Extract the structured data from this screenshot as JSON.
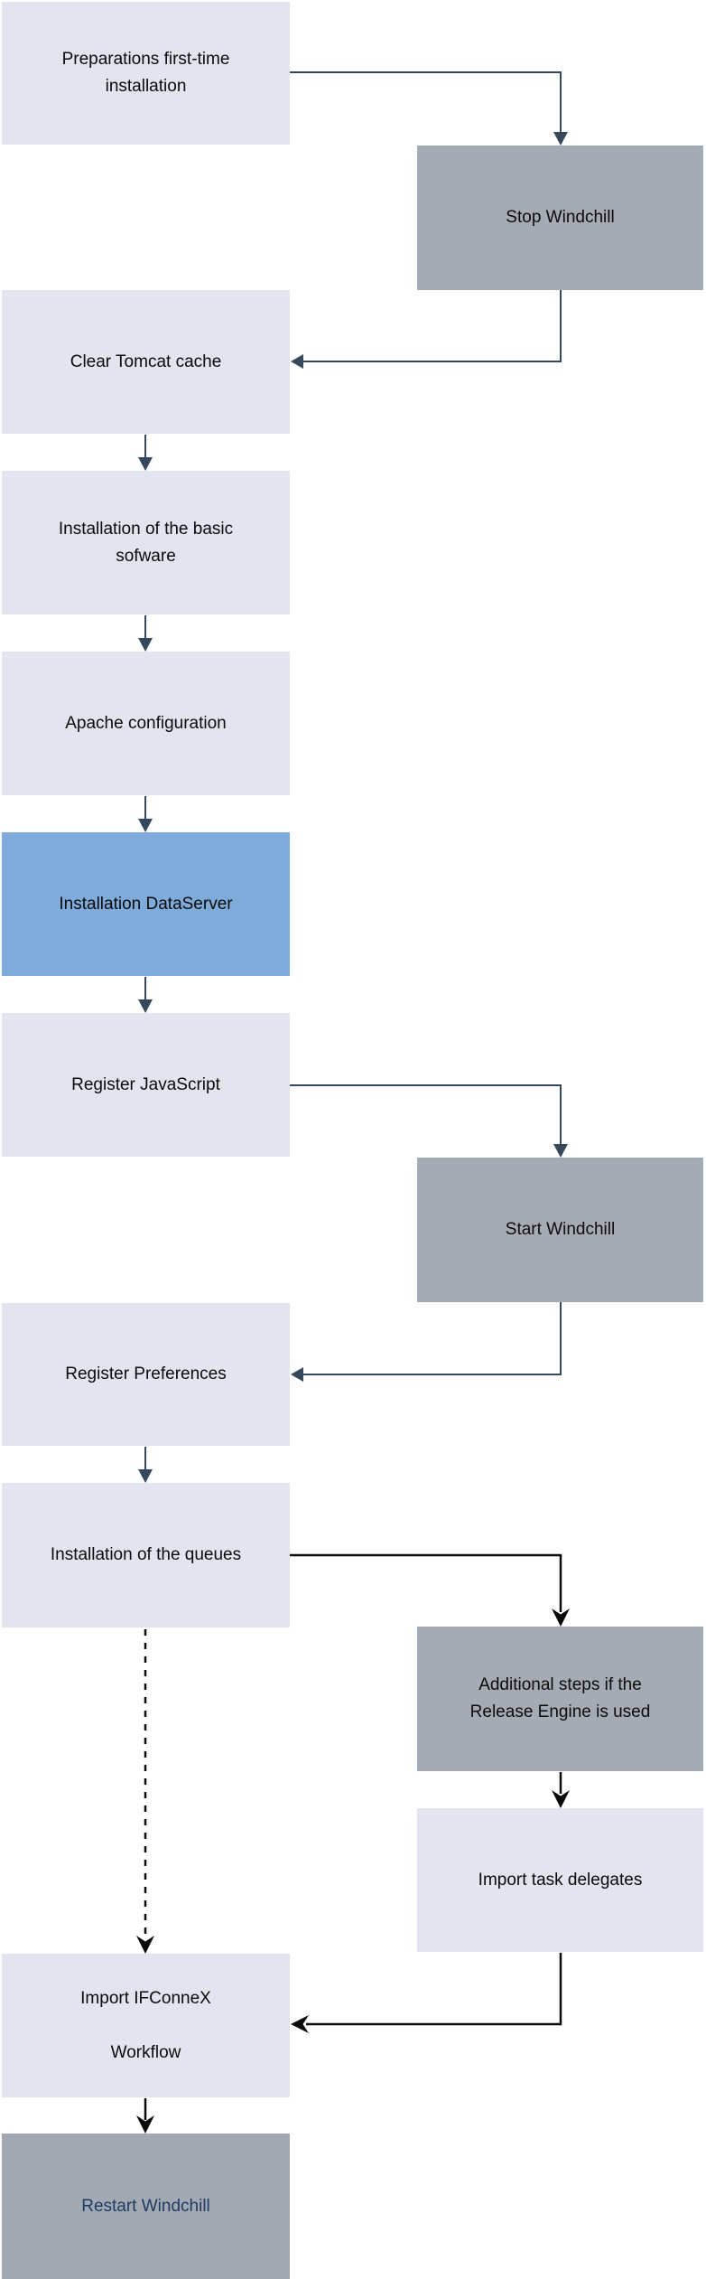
{
  "diagram": {
    "type": "flowchart",
    "colors": {
      "node_light": "#e2e4ef",
      "node_blue": "#7fabdb",
      "node_gray": "#a5abb4",
      "arrow_slate": "#36485c",
      "arrow_black": "#0a0a0a",
      "restart_text": "#1f3a63"
    },
    "nodes": [
      {
        "id": "preparations",
        "label": "Preparations first-time installation",
        "lines": [
          "Preparations first-time",
          "installation"
        ],
        "variant": "light"
      },
      {
        "id": "stop-windchill",
        "label": "Stop Windchill",
        "lines": [
          "Stop Windchill"
        ],
        "variant": "gray"
      },
      {
        "id": "clear-tomcat",
        "label": "Clear Tomcat cache",
        "lines": [
          "Clear Tomcat cache"
        ],
        "variant": "light"
      },
      {
        "id": "basic-software",
        "label": "Installation of the basic sofware",
        "lines": [
          "Installation of the basic",
          "sofware"
        ],
        "variant": "light"
      },
      {
        "id": "apache-config",
        "label": "Apache configuration",
        "lines": [
          "Apache configuration"
        ],
        "variant": "light"
      },
      {
        "id": "dataserver",
        "label": "Installation DataServer",
        "lines": [
          "Installation DataServer"
        ],
        "variant": "blue"
      },
      {
        "id": "register-js",
        "label": "Register JavaScript",
        "lines": [
          "Register JavaScript"
        ],
        "variant": "light"
      },
      {
        "id": "start-windchill",
        "label": "Start Windchill",
        "lines": [
          "Start Windchill"
        ],
        "variant": "gray"
      },
      {
        "id": "register-prefs",
        "label": "Register Preferences",
        "lines": [
          "Register Preferences"
        ],
        "variant": "light"
      },
      {
        "id": "install-queues",
        "label": "Installation of the queues",
        "lines": [
          "Installation of the queues"
        ],
        "variant": "light"
      },
      {
        "id": "release-engine",
        "label": "Additional steps if the Release Engine is used",
        "lines": [
          "Additional steps if the",
          "Release Engine is used"
        ],
        "variant": "gray"
      },
      {
        "id": "task-delegates",
        "label": "Import task delegates",
        "lines": [
          "Import task delegates"
        ],
        "variant": "light"
      },
      {
        "id": "ifconnex-workflow",
        "label": "Import IFConneX Workflow",
        "lines": [
          "Import IFConneX",
          "Workflow"
        ],
        "variant": "light"
      },
      {
        "id": "restart-windchill",
        "label": "Restart Windchill",
        "lines": [
          "Restart Windchill"
        ],
        "variant": "gray-navy"
      }
    ],
    "connectors": [
      {
        "from": "preparations",
        "to": "stop-windchill",
        "style": "solid-slate"
      },
      {
        "from": "stop-windchill",
        "to": "clear-tomcat",
        "style": "solid-slate"
      },
      {
        "from": "clear-tomcat",
        "to": "basic-software",
        "style": "solid-slate"
      },
      {
        "from": "basic-software",
        "to": "apache-config",
        "style": "solid-slate"
      },
      {
        "from": "apache-config",
        "to": "dataserver",
        "style": "solid-slate"
      },
      {
        "from": "dataserver",
        "to": "register-js",
        "style": "solid-slate"
      },
      {
        "from": "register-js",
        "to": "start-windchill",
        "style": "solid-slate"
      },
      {
        "from": "start-windchill",
        "to": "register-prefs",
        "style": "solid-slate"
      },
      {
        "from": "register-prefs",
        "to": "install-queues",
        "style": "solid-slate"
      },
      {
        "from": "install-queues",
        "to": "release-engine",
        "style": "solid-black"
      },
      {
        "from": "release-engine",
        "to": "task-delegates",
        "style": "solid-black"
      },
      {
        "from": "task-delegates",
        "to": "ifconnex-workflow",
        "style": "solid-black"
      },
      {
        "from": "install-queues",
        "to": "ifconnex-workflow",
        "style": "dashed-black"
      },
      {
        "from": "ifconnex-workflow",
        "to": "restart-windchill",
        "style": "solid-black"
      }
    ]
  }
}
